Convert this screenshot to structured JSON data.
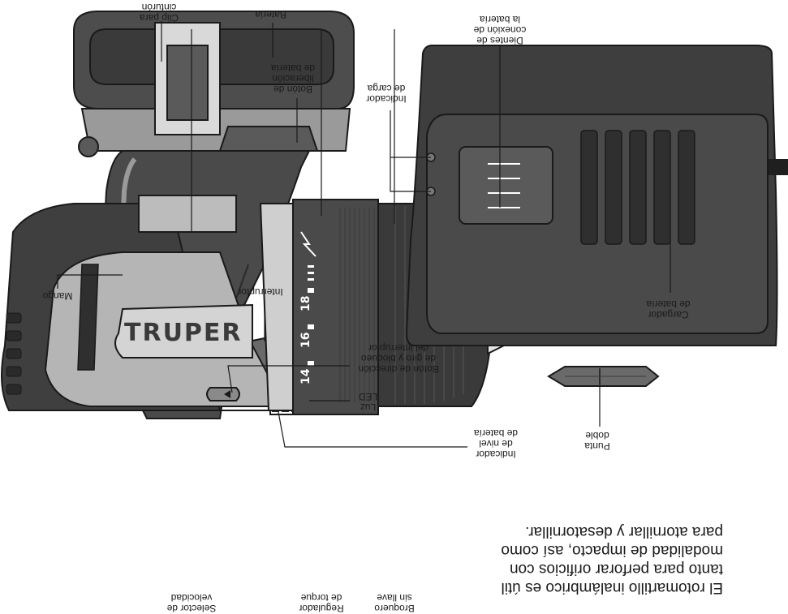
{
  "description": "El rotomartillo inalámbrico es útil\ntanto para perforar orificios con\nmodalidad de impacto, así como\npara atornillar y desatornillar.",
  "brand": "TRUPER",
  "torque_scale": [
    "14",
    "16",
    "18"
  ],
  "labels": {
    "broquero": "Broquero\nsin llave",
    "regulador": "Regulador\nde torque",
    "selector": "Selector de\nvelocidad",
    "indicador_nivel": "Indicador\nde nivel\nde batería",
    "luz_led": "Luz\nLED",
    "boton_direccion": "Botón de dirección\nde giro y bloqueo\ndel interruptor",
    "interruptor": "Interruptor",
    "mango": "Mango",
    "boton_liberacion": "Botón de\nliberación\nde batería",
    "clip": "Clip para\ncinturón",
    "bateria": "Batería",
    "indicador_carga": "Indicador\nde carga",
    "dientes": "Dientes de\nconexión de\nla batería",
    "cargador": "Cargador\nde batería",
    "punta": "Punta\ndoble"
  }
}
